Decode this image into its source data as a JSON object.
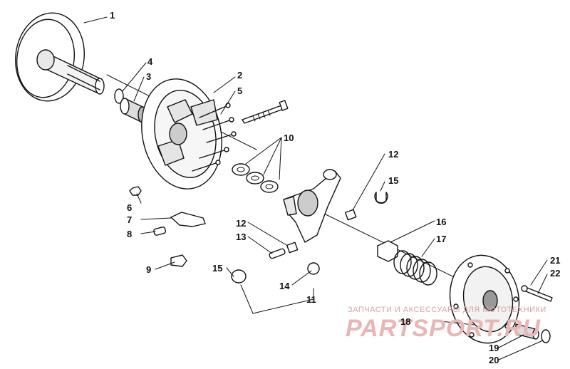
{
  "callouts": [
    "1",
    "2",
    "3",
    "4",
    "5",
    "6",
    "7",
    "8",
    "9",
    "10",
    "11",
    "12",
    "12",
    "13",
    "14",
    "15",
    "15",
    "16",
    "17",
    "18",
    "19",
    "20",
    "21",
    "22"
  ],
  "watermark": {
    "top_text": "ЗАПЧАСТИ И АКСЕССУАРЫ ДЛЯ МОТОТЕХНИКИ",
    "brand": "PARTSPORT.RU"
  }
}
